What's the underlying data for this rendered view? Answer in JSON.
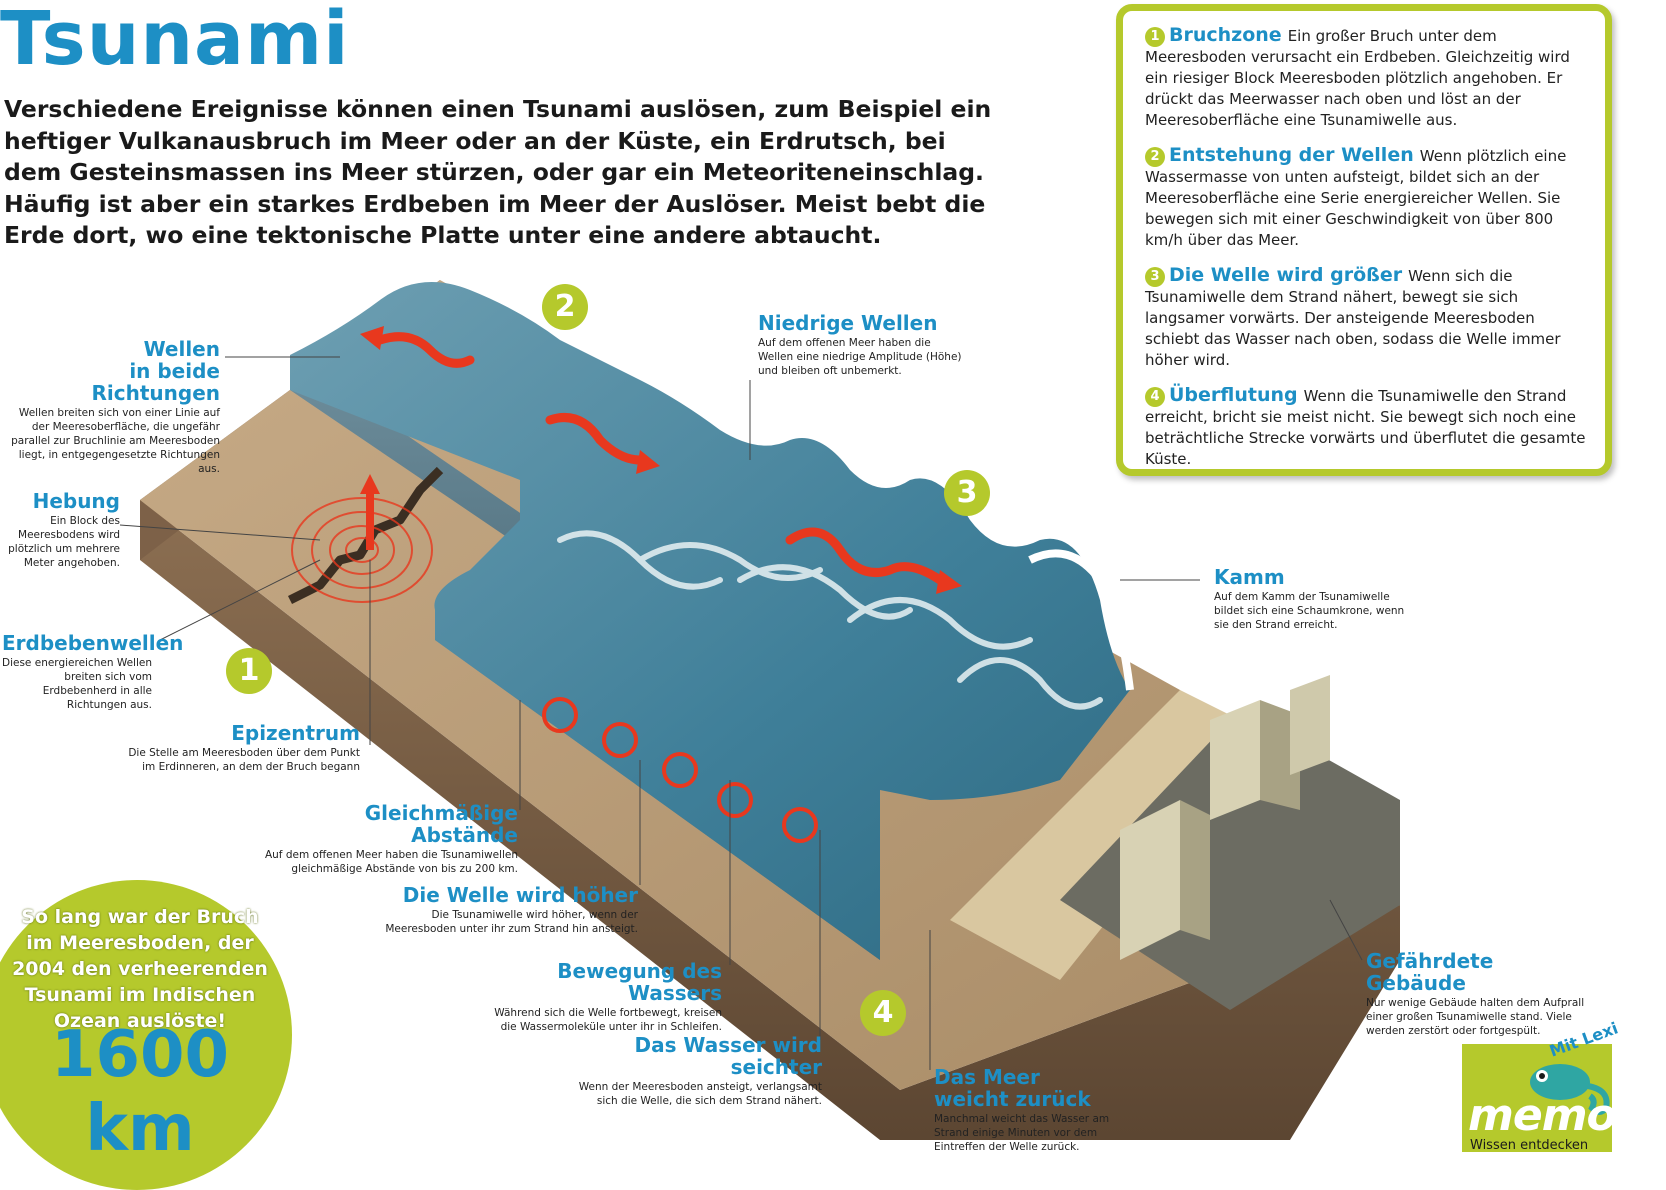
{
  "title": "Tsunami",
  "intro": "Verschiedene Ereignisse können einen Tsunami auslösen, zum Beispiel ein heftiger Vulkanausbruch im Meer oder an der Küste, ein Erdrutsch, bei dem Gesteinsmassen ins Meer stürzen, oder gar ein Meteoriteneinschlag. Häufig ist aber ein starkes Erdbeben im Meer der Auslöser. Meist bebt die Erde dort, wo eine tektonische Platte unter eine andere abtaucht.",
  "info_items": [
    {
      "num": "1",
      "head": "Bruchzone",
      "text": "Ein großer Bruch unter dem Meeresboden verursacht ein Erdbeben. Gleichzeitig wird ein riesiger Block Meeresboden plötzlich angehoben. Er drückt das Meerwasser nach oben und löst an der Meeresoberfläche eine Tsunamiwelle aus."
    },
    {
      "num": "2",
      "head": "Entstehung der Wellen",
      "text": "Wenn plötzlich eine Wassermasse von unten aufsteigt, bildet sich an der Meeresoberfläche eine Serie energiereicher Wellen. Sie bewegen sich mit einer Geschwindigkeit von über 800 km/h über das Meer."
    },
    {
      "num": "3",
      "head": "Die Welle wird größer",
      "text": "Wenn sich die Tsunamiwelle dem Strand nähert, bewegt sie sich langsamer vorwärts. Der ansteigende Meeresboden schiebt das Wasser nach oben, sodass die Welle immer höher wird."
    },
    {
      "num": "4",
      "head": "Überflutung",
      "text": "Wenn die Tsunamiwelle den Strand erreicht, bricht sie meist nicht. Sie bewegt sich noch eine beträchtliche Strecke vorwärts und überflutet die gesamte Küste."
    }
  ],
  "labels": {
    "wellen_beide": {
      "head1": "Wellen",
      "head2": "in beide Richtungen",
      "text": "Wellen breiten sich von einer Linie auf der Meeresoberfläche, die ungefähr parallel zur Bruchlinie am Meeresboden liegt, in entgegengesetzte Richtungen aus."
    },
    "hebung": {
      "head": "Hebung",
      "text": "Ein Block des Meeresbodens wird plötzlich um mehrere Meter angehoben."
    },
    "erdbebenwellen": {
      "head": "Erdbebenwellen",
      "text": "Diese energiereichen Wellen breiten sich vom Erdbebenherd in alle Richtungen aus."
    },
    "epizentrum": {
      "head": "Epizentrum",
      "text": "Die Stelle am Meeresboden über dem Punkt im Erdinneren, an dem der Bruch begann"
    },
    "abstaende": {
      "head": "Gleichmäßige Abstände",
      "text": "Auf dem offenen Meer haben die Tsunamiwellen gleichmäßige Abstände von bis zu 200 km."
    },
    "welle_hoeher": {
      "head": "Die Welle wird höher",
      "text": "Die Tsunamiwelle wird höher, wenn der Meeresboden unter ihr zum Strand hin ansteigt."
    },
    "bewegung": {
      "head": "Bewegung des Wassers",
      "text": "Während sich die Welle fortbewegt, kreisen die Wassermoleküle unter ihr in Schleifen."
    },
    "seichter": {
      "head": "Das Wasser wird seichter",
      "text": "Wenn der Meeresboden ansteigt, verlangsamt sich die Welle, die sich dem Strand nähert."
    },
    "niedrig": {
      "head": "Niedrige Wellen",
      "text": "Auf dem offenen Meer haben die Wellen eine niedrige Amplitude (Höhe) und bleiben oft unbemerkt."
    },
    "kamm": {
      "head": "Kamm",
      "text": "Auf dem Kamm der Tsunamiwelle bildet sich eine Schaumkrone, wenn sie den Strand erreicht."
    },
    "gebaeude": {
      "head": "Gefährdete Gebäude",
      "text": "Nur wenige Gebäude halten dem Aufprall einer großen Tsunamiwelle stand. Viele werden zerstört oder fortgespült."
    },
    "meer_zurueck": {
      "head1": "Das Meer",
      "head2": "weicht zurück",
      "text": "Manchmal weicht das Wasser am Strand einige Minuten vor dem Eintreffen der Welle zurück."
    }
  },
  "badges": [
    "1",
    "2",
    "3",
    "4"
  ],
  "circle": {
    "text": "So lang war der Bruch im Meeresboden, der 2004 den verheerenden Tsunami im Indischen Ozean auslöste!",
    "value": "1600 km"
  },
  "logo": {
    "word": "memo",
    "tagline": "Wissen entdecken",
    "mascot": "Mit Lexi"
  },
  "colors": {
    "accent_blue": "#1d8fc5",
    "accent_green": "#b5c92c",
    "arrow_red": "#e8381e",
    "water": "#4f8ca3",
    "ground": "#a58968"
  }
}
